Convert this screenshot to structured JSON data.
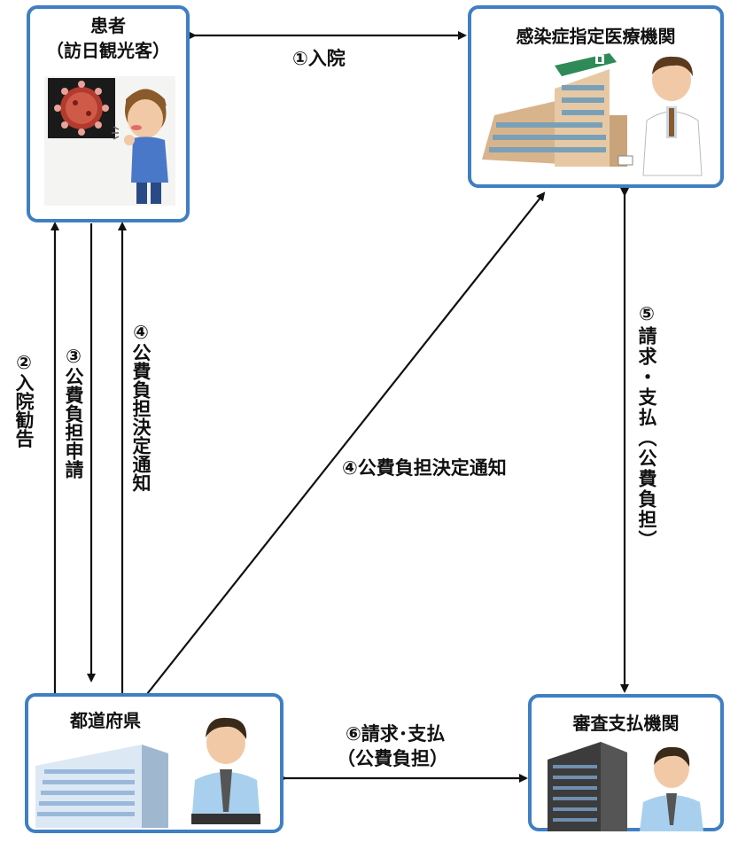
{
  "nodes": {
    "patient": {
      "title": "患者",
      "subtitle": "（訪日観光客）"
    },
    "hospital": {
      "title": "感染症指定医療機関"
    },
    "prefecture": {
      "title": "都道府県"
    },
    "review": {
      "title": "審査支払機関"
    }
  },
  "edges": {
    "e1": "①入院",
    "e2": "②入院勧告",
    "e3": "③公費負担申請",
    "e4a": "④公費負担決定通知",
    "e4b": "④公費負担決定通知",
    "e5": "⑤請求・支払（公費負担）",
    "e6_line1": "⑥請求･支払",
    "e6_line2": "（公費負担）"
  },
  "colors": {
    "border": "#3f7fc2",
    "arrow": "#111111"
  }
}
